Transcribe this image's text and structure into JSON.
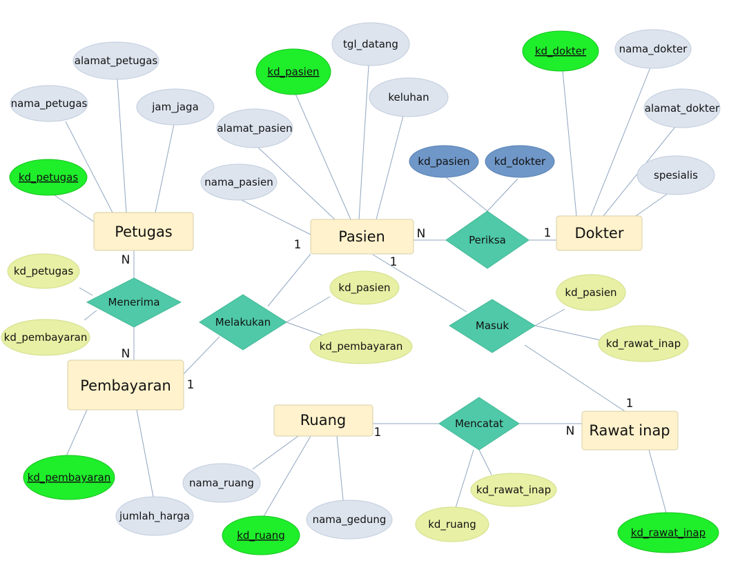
{
  "entities": {
    "petugas": "Petugas",
    "pasien": "Pasien",
    "dokter": "Dokter",
    "pembayaran": "Pembayaran",
    "ruang": "Ruang",
    "rawat_inap": "Rawat inap"
  },
  "relationships": {
    "periksa": "Periksa",
    "menerima": "Menerima",
    "melakukan": "Melakukan",
    "masuk": "Masuk",
    "mencatat": "Mencatat"
  },
  "attributes": {
    "alamat_petugas": "alamat_petugas",
    "nama_petugas": "nama_petugas",
    "jam_jaga": "jam_jaga",
    "kd_petugas_key": "kd_petugas",
    "kd_pasien_key": "kd_pasien",
    "tgl_datang": "tgl_datang",
    "keluhan": "keluhan",
    "alamat_pasien": "alamat_pasien",
    "nama_pasien": "nama_pasien",
    "kd_dokter_key": "kd_dokter",
    "nama_dokter": "nama_dokter",
    "alamat_dokter": "alamat_dokter",
    "spesialis": "spesialis",
    "periksa_kd_pasien": "kd_pasien",
    "periksa_kd_dokter": "kd_dokter",
    "menerima_kd_petugas": "kd_petugas",
    "menerima_kd_pembayaran": "kd_pembayaran",
    "melakukan_kd_pasien": "kd_pasien",
    "melakukan_kd_pembayaran": "kd_pembayaran",
    "masuk_kd_pasien": "kd_pasien",
    "masuk_kd_rawat_inap": "kd_rawat_inap",
    "kd_pembayaran_key": "kd_pembayaran",
    "jumlah_harga": "jumlah_harga",
    "nama_ruang": "nama_ruang",
    "kd_ruang_key": "kd_ruang",
    "nama_gedung": "nama_gedung",
    "mencatat_kd_rawat_inap": "kd_rawat_inap",
    "mencatat_kd_ruang": "kd_ruang",
    "kd_rawat_inap_key": "kd_rawat_inap"
  },
  "cardinalities": {
    "pasien_periksa": "N",
    "dokter_periksa": "1",
    "petugas_menerima": "N",
    "pembayaran_menerima": "N",
    "pasien_melakukan": "1",
    "pembayaran_melakukan": "1",
    "pasien_masuk": "1",
    "rawat_masuk": "1",
    "ruang_mencatat": "1",
    "rawat_mencatat": "N"
  },
  "colors": {
    "entity_fill": "#fff2cc",
    "relationship_fill": "#4fc9a8",
    "attribute_fill": "#dde4ee",
    "key_attribute_fill": "#1fee2b",
    "foreign_key_fill": "#6f97c8",
    "relationship_attribute_fill": "#e7f0a4",
    "line": "#8fa5c0"
  }
}
